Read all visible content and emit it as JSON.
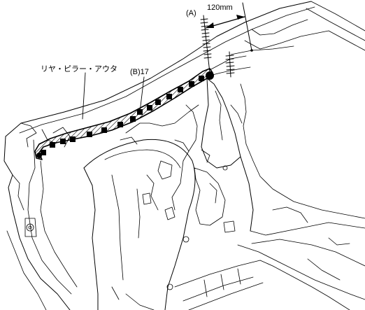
{
  "labels": {
    "part_name": "リヤ・ピラー・アウタ",
    "sealer_code": "(B)17",
    "point_a": "(A)",
    "distance": "120mm"
  }
}
